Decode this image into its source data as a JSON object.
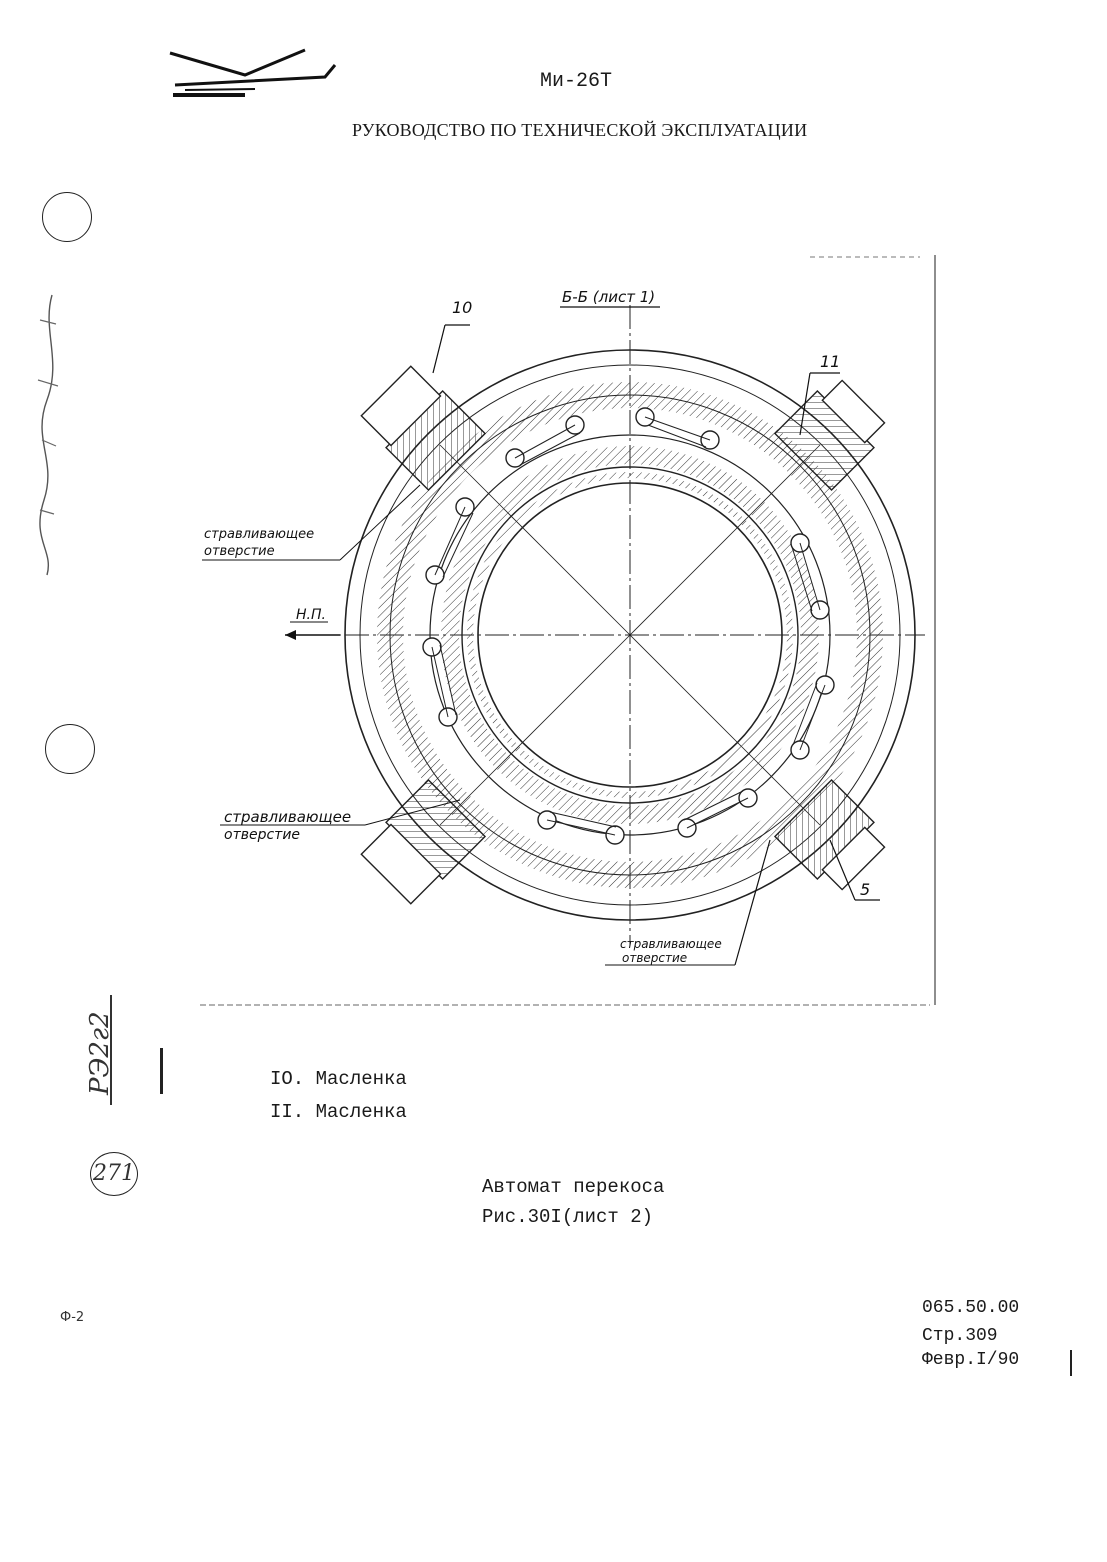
{
  "header": {
    "model": "Ми-26Т",
    "title": "РУКОВОДСТВО ПО ТЕХНИЧЕСКОЙ ЭКСПЛУАТАЦИИ"
  },
  "drawing": {
    "section_label": "Б-Б (лист 1)",
    "callouts": [
      "10",
      "11",
      "5"
    ],
    "direction_label": "Н.П.",
    "bleed_hole_line1": "стравливающее",
    "bleed_hole_line2": "отверстие"
  },
  "legend": [
    "IO. Масленка",
    "II. Масленка"
  ],
  "caption": {
    "title": "Автомат перекоса",
    "figure": "Рис.30I(лист 2)"
  },
  "footer": {
    "code": "065.50.00",
    "page": "Стр.309",
    "date": "Февр.I/90"
  },
  "margin": {
    "stamp_number": "271",
    "vertical_code": "РЭ2г2",
    "form_mark": "Ф-2"
  }
}
